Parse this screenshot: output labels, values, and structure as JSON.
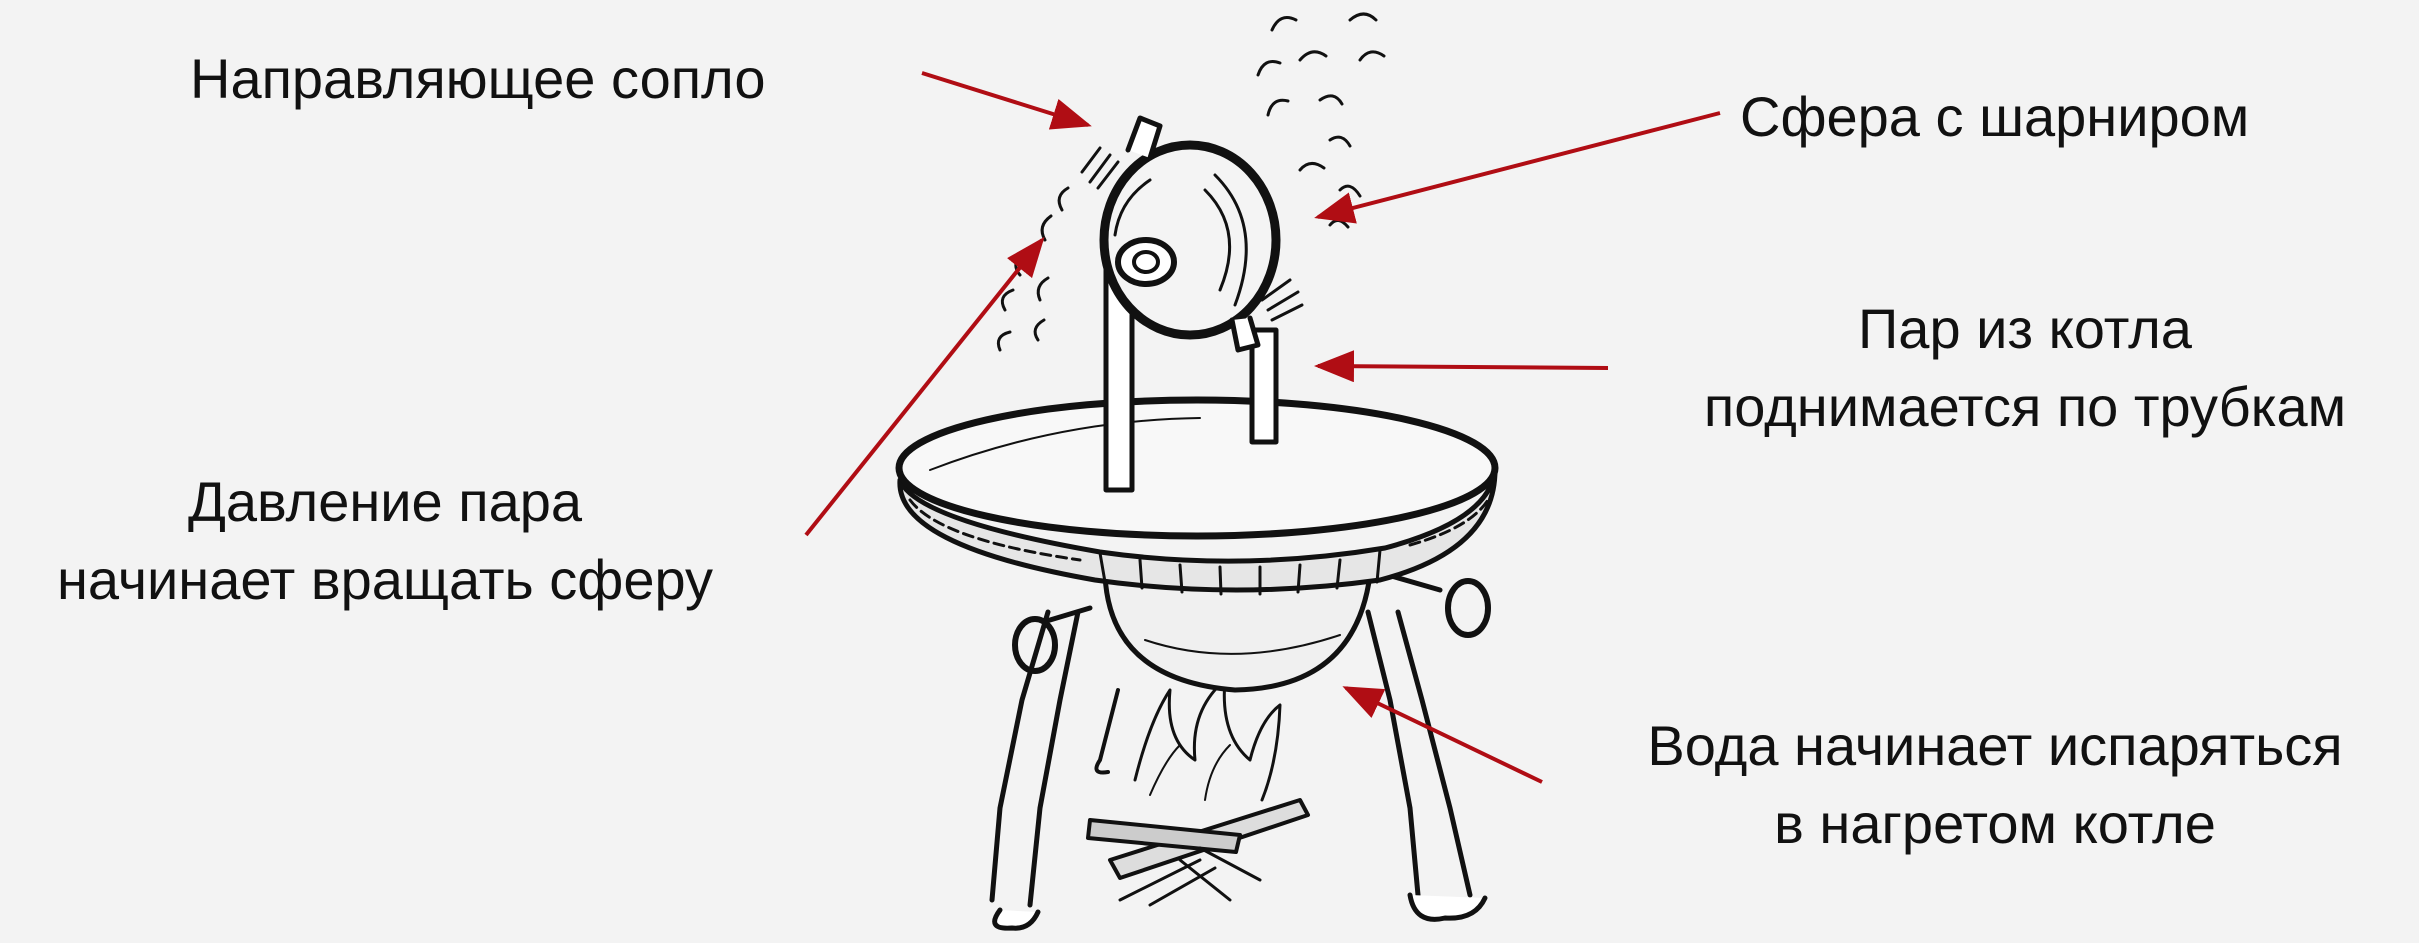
{
  "colors": {
    "background": "#f3f3f3",
    "arrow": "#b00d14",
    "ink": "#111111",
    "bowl_fill": "#f8f8f8"
  },
  "illustration": {
    "subject": "aeolipile-heron-steam-engine",
    "style": "black-ink-engraving"
  },
  "labels": {
    "nozzle": {
      "lines": [
        "Направляющее сопло"
      ]
    },
    "sphere": {
      "lines": [
        "Сфера с шарниром"
      ]
    },
    "steam_rise": {
      "lines": [
        "Пар из котла",
        "поднимается по трубкам"
      ]
    },
    "steam_pressure": {
      "lines": [
        "Давление пара",
        "начинает вращать сферу"
      ]
    },
    "water_boil": {
      "lines": [
        "Вода начинает испаряться",
        "в нагретом котле"
      ]
    }
  }
}
